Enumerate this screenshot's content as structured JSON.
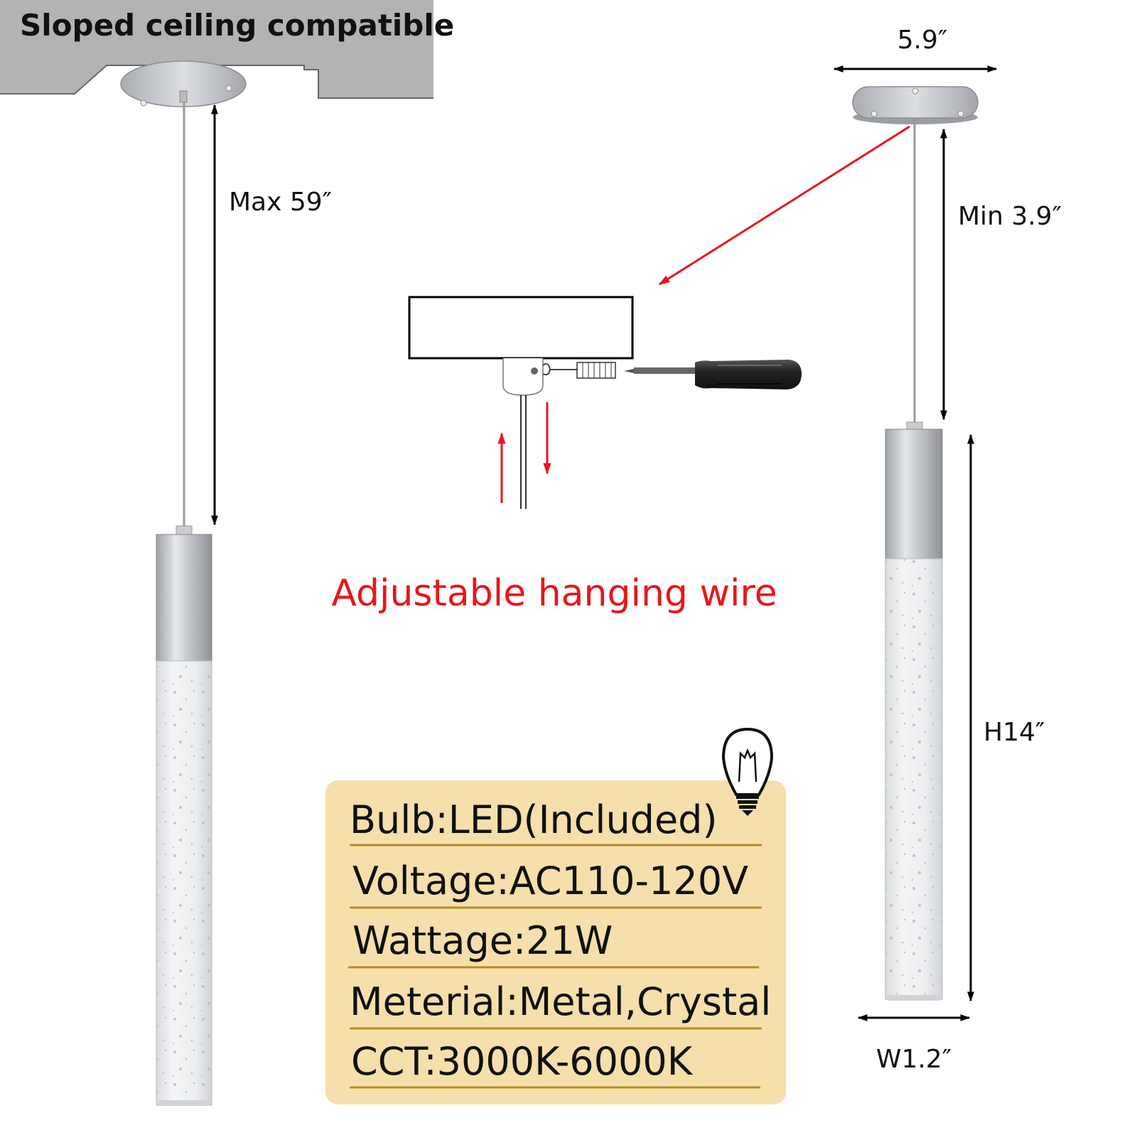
{
  "banner": {
    "text": "Sloped ceiling compatible"
  },
  "dimensions": {
    "max_wire": "Max 59″",
    "canopy_width": "5.9″",
    "min_wire": "Min 3.9″",
    "height": "H14″",
    "width": "W1.2″"
  },
  "callout": {
    "text": "Adjustable hanging wire"
  },
  "specs": {
    "bulb": "Bulb:LED(Included)",
    "voltage": "Voltage:AC110-120V",
    "wattage": "Wattage:21W",
    "material": "Meterial:Metal,Crystal",
    "cct": "CCT:3000K-6000K"
  },
  "colors": {
    "accent_red": "#e8161a",
    "ceiling_gray": "#b3b3b3",
    "spec_panel": "#f6dfaa",
    "spec_rule": "#b8892a",
    "metal": "#c9ccd0"
  },
  "icons": {
    "bulb": "light-bulb-icon",
    "screwdriver": "screwdriver-icon"
  }
}
